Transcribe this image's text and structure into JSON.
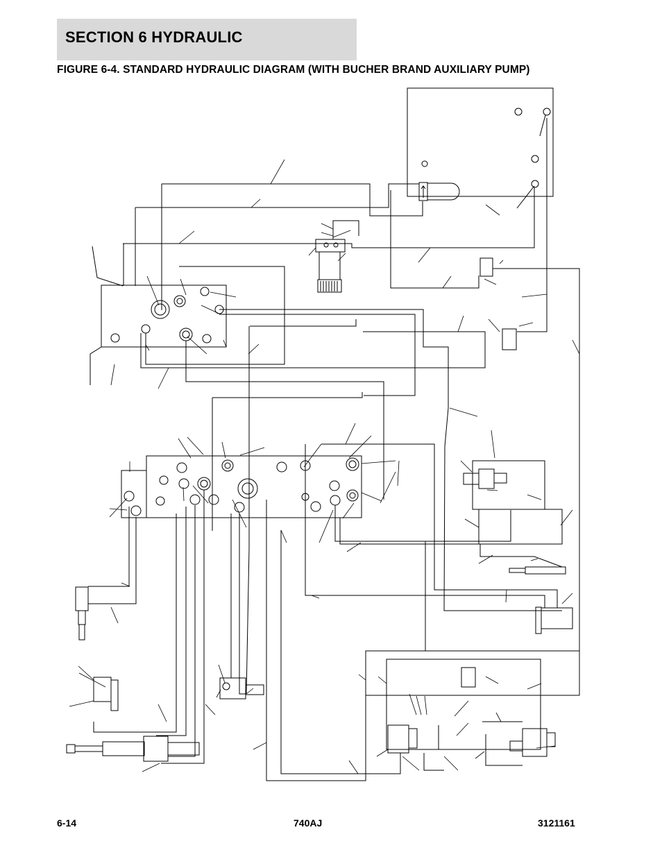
{
  "header": {
    "section_title": "SECTION 6   HYDRAULIC"
  },
  "figure": {
    "title": "FIGURE 6-4. STANDARD HYDRAULIC DIAGRAM (WITH BUCHER BRAND AUXILIARY PUMP)"
  },
  "footer": {
    "page_number": "6-14",
    "model": "740AJ",
    "document_number": "3121161"
  },
  "colors": {
    "header_band": "#d9d9d9",
    "line": "#000000",
    "page": "#ffffff"
  }
}
